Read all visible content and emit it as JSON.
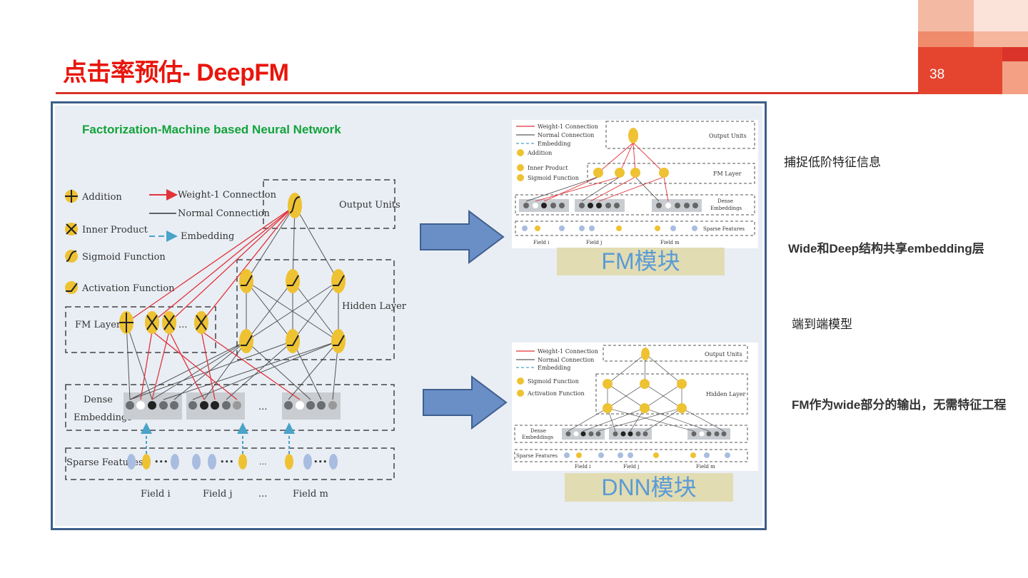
{
  "slide": {
    "title": "点击率预估- DeepFM",
    "page_number": "38",
    "accent_color": "#e8160c"
  },
  "figure": {
    "caption": "Factorization-Machine based Neural Network",
    "main_diagram": {
      "legend": [
        "Addition",
        "Inner Product",
        "Sigmoid Function",
        "Activation Function",
        "Weight-1 Connection",
        "Normal Connection",
        "Embedding"
      ],
      "layers": {
        "output": "Output Units",
        "hidden": "Hidden Layer",
        "fm": "FM Layer",
        "dense_line1": "Dense",
        "dense_line2": "Embeddings",
        "sparse": "Sparse Features"
      },
      "fields": [
        "Field i",
        "Field j",
        "Field m"
      ],
      "ellipsis": "..."
    },
    "fm_module": {
      "label": "FM模块",
      "legend": [
        "Weight-1 Connection",
        "Normal Connection",
        "Embedding",
        "Addition",
        "Inner Product",
        "Sigmoid Function"
      ],
      "layers": {
        "output": "Output Units",
        "fm": "FM Layer",
        "dense_line1": "Dense",
        "dense_line2": "Embeddings",
        "sparse": "Sparse Features"
      },
      "fields": [
        "Field i",
        "Field j",
        "Field m"
      ]
    },
    "dnn_module": {
      "label": "DNN模块",
      "legend": [
        "Weight-1 Connection",
        "Normal Connection",
        "Embedding",
        "Sigmoid Function",
        "Activation Function"
      ],
      "layers": {
        "output": "Output Units",
        "hidden": "Hidden Layer",
        "dense_line1": "Dense",
        "dense_line2": "Embeddings",
        "sparse": "Sparse Features"
      },
      "fields": [
        "Field i",
        "Field j",
        "Field m"
      ]
    }
  },
  "notes": [
    "捕捉低阶特征信息",
    "Wide和Deep结构共享embedding层",
    "端到端模型",
    "FM作为wide部分的输出，无需特征工程"
  ]
}
